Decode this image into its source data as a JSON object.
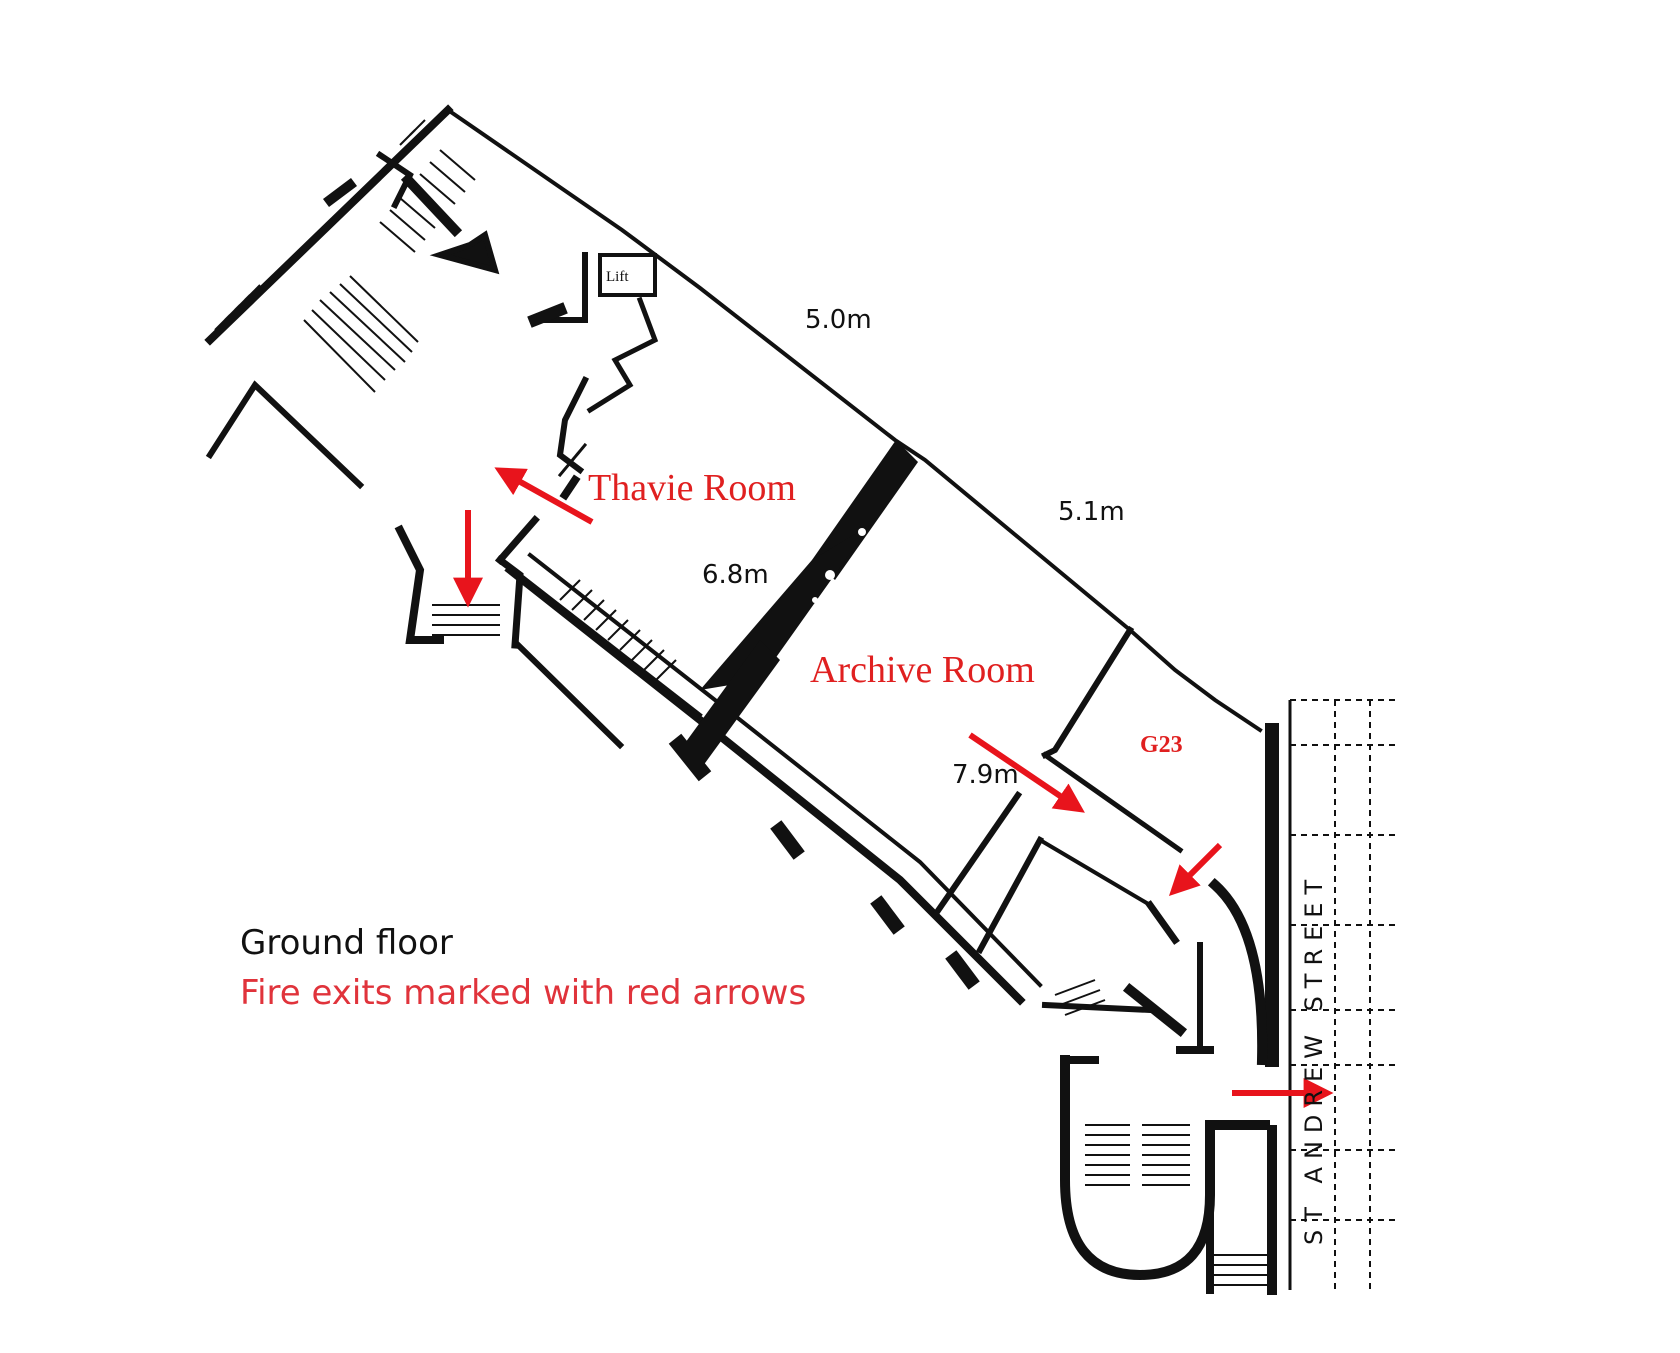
{
  "caption": {
    "title": "Ground floor",
    "subtitle": "Fire exits marked with red arrows"
  },
  "rooms": {
    "thavie": "Thavie Room",
    "archive": "Archive Room",
    "g23": "G23",
    "lift": "Lift"
  },
  "dimensions": {
    "d1": "5.0m",
    "d2": "5.1m",
    "d3": "6.8m",
    "d4": "7.9m"
  },
  "street": {
    "name": "ST ANDREW STREET"
  },
  "fire_exits": [
    {
      "id": "exit-thavie-corridor",
      "direction": "up-left"
    },
    {
      "id": "exit-thavie-stairs",
      "direction": "down"
    },
    {
      "id": "exit-archive",
      "direction": "down-right"
    },
    {
      "id": "exit-g23",
      "direction": "down-left"
    },
    {
      "id": "exit-street",
      "direction": "right"
    }
  ],
  "colors": {
    "wall": "#111111",
    "exit_arrow": "#e8141c",
    "room_label": "#e02020",
    "caption_text": "#111111",
    "caption_sub": "#e0333b"
  }
}
